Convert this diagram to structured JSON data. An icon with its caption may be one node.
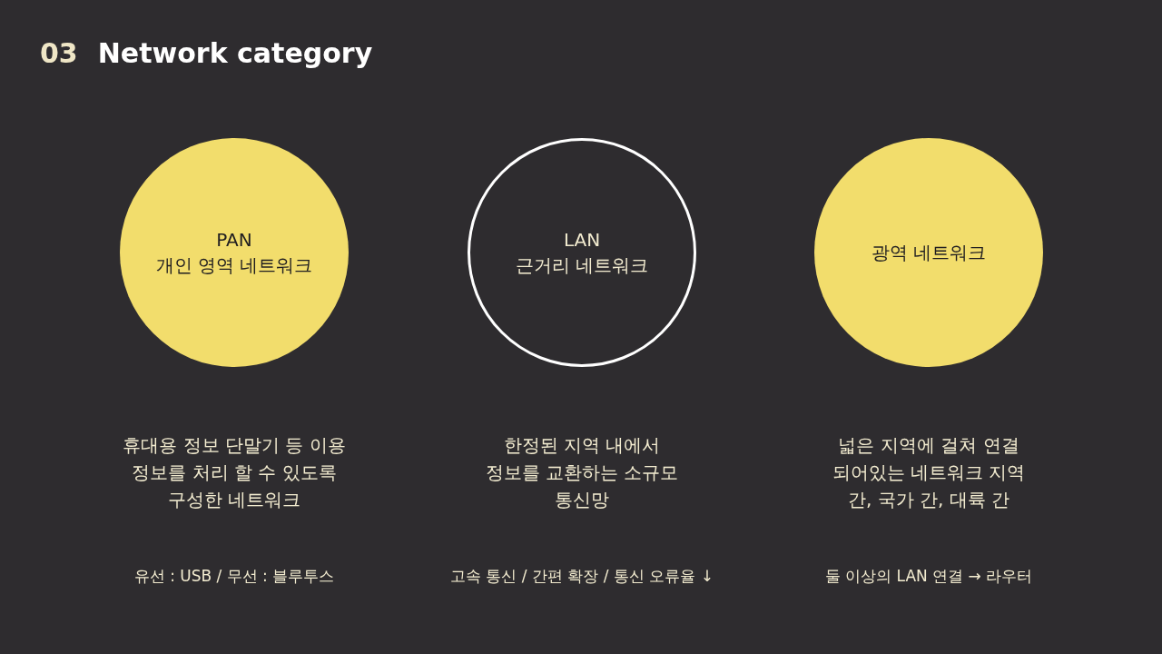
{
  "diagram": {
    "title": "Network category",
    "nodes": [
      {
        "text": [
          "PAN",
          "개인 영역 네트워크"
        ],
        "beside": [
          "휴대용 정보 단말기 등 이용 정보를 처리 할 수 있도록 구성한 네트워크",
          "유선 : USB / 무선 : 블루투스"
        ]
      },
      {
        "text": [
          "LAN",
          "근거리 네트워크"
        ],
        "beside": [
          "한정된 지역 내에서 정보를 교환하는 소규모 통신망",
          "고속 통신 / 간편 확장 / 통신 오류율 ↓"
        ]
      },
      {
        "text": [
          "광역 네트워크"
        ],
        "beside": [
          "넓은 지역에 걸쳐 연결 되어있는 네트워크 지역 간, 국가 간, 대륙 간",
          "둘 이상의 LAN 연결 → 라우터"
        ]
      }
    ],
    "labels": [
      "03"
    ]
  }
}
